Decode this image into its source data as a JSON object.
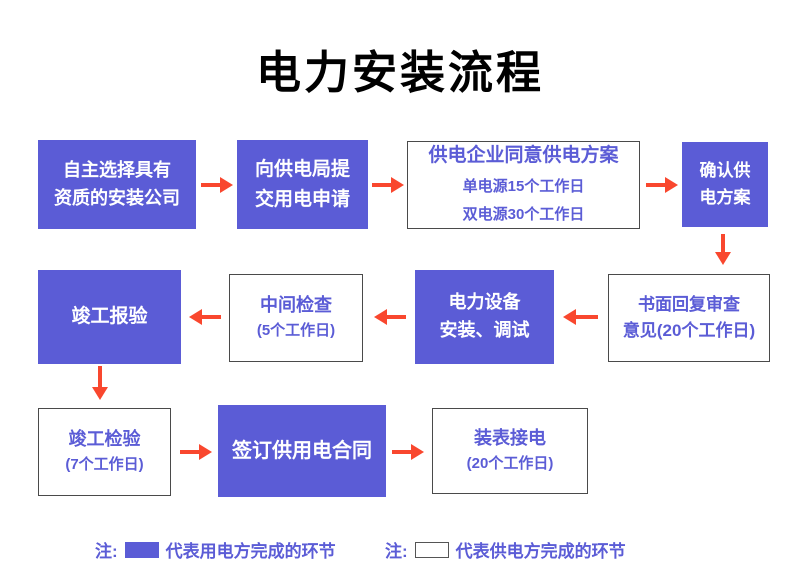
{
  "title": "电力安装流程",
  "colors": {
    "box_fill_purple": "#5b5cd6",
    "box_fill_text": "#ffffff",
    "outline_box_border": "#4a4a4a",
    "outline_box_text": "#5b5cd6",
    "arrow_red": "#f9472e",
    "title_color": "#000000",
    "background": "#ffffff"
  },
  "icons": {
    "arrow_right": "→",
    "arrow_left": "←",
    "arrow_down": "↓",
    "legend_filled_swatch": "purple-rectangle",
    "legend_outline_swatch": "white-rectangle"
  },
  "steps": [
    {
      "style": "filled",
      "lines": [
        "自主选择具有",
        "资质的安装公司"
      ]
    },
    {
      "style": "filled",
      "lines": [
        "向供电局提",
        "交用电申请"
      ]
    },
    {
      "style": "outline",
      "heading": "供电企业同意供电方案",
      "sublines": [
        "单电源15个工作日",
        "双电源30个工作日"
      ]
    },
    {
      "style": "filled",
      "lines": [
        "确认供",
        "电方案"
      ]
    },
    {
      "style": "outline",
      "lines": [
        "书面回复审查",
        "意见(20个工作日)"
      ]
    },
    {
      "style": "filled",
      "lines": [
        "电力设备",
        "安装、调试"
      ]
    },
    {
      "style": "outline",
      "heading": "中间检查",
      "sublines": [
        "(5个工作日)"
      ]
    },
    {
      "style": "filled",
      "lines": [
        "竣工报验"
      ]
    },
    {
      "style": "outline",
      "heading": "竣工检验",
      "sublines": [
        "(7个工作日)"
      ]
    },
    {
      "style": "filled",
      "lines": [
        "签订供用电合同"
      ]
    },
    {
      "style": "outline",
      "heading": "装表接电",
      "sublines": [
        "(20个工作日)"
      ]
    }
  ],
  "legend": {
    "items": [
      {
        "prefix": "注:",
        "swatch": "filled",
        "label": "代表用电方完成的环节"
      },
      {
        "prefix": "注:",
        "swatch": "outline",
        "label": "代表供电方完成的环节"
      }
    ]
  }
}
